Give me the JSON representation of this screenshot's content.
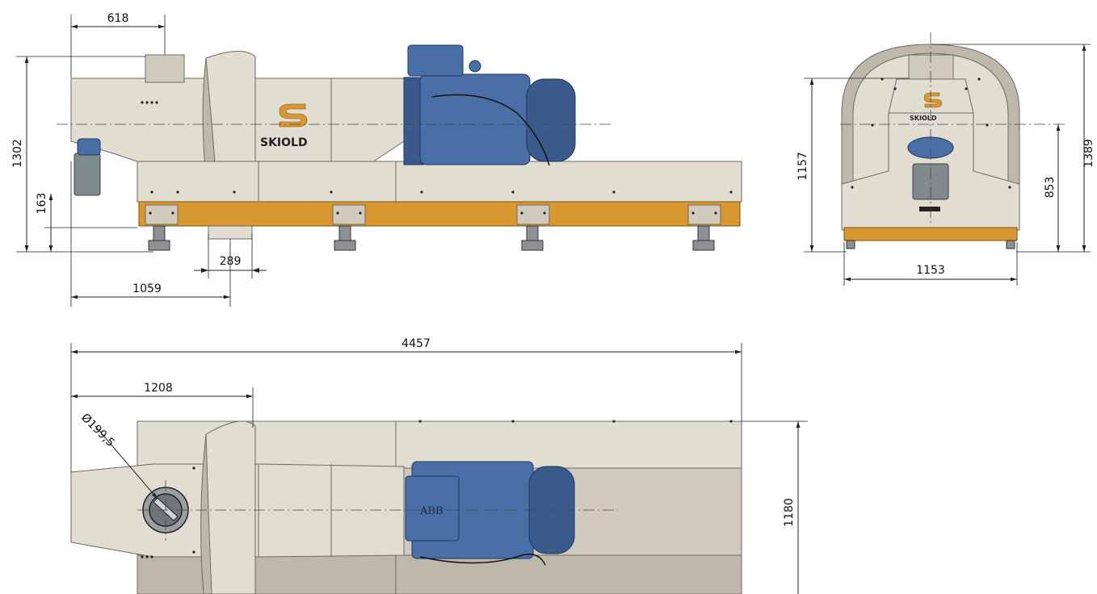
{
  "brand": {
    "logo_text": "SKIOLD",
    "logo_color": "#d9982f",
    "motor_label": "ABB"
  },
  "colors": {
    "housing": "#e1ddd1",
    "frame": "#d9982f",
    "motor": "#4a6fa6",
    "dimension_line": "#222222"
  },
  "side_view": {
    "dim_inlet_offset": "618",
    "dim_total_height": "1302",
    "dim_base_height": "163",
    "dim_outlet_width": "289",
    "dim_outlet_position": "1059"
  },
  "front_view": {
    "dim_height_housing": "1157",
    "dim_height_axis": "853",
    "dim_height_total": "1389",
    "dim_width": "1153"
  },
  "top_view": {
    "dim_total_length": "4457",
    "dim_inlet_position": "1208",
    "dim_inlet_diameter": "Ø199,5",
    "dim_width": "1180"
  }
}
